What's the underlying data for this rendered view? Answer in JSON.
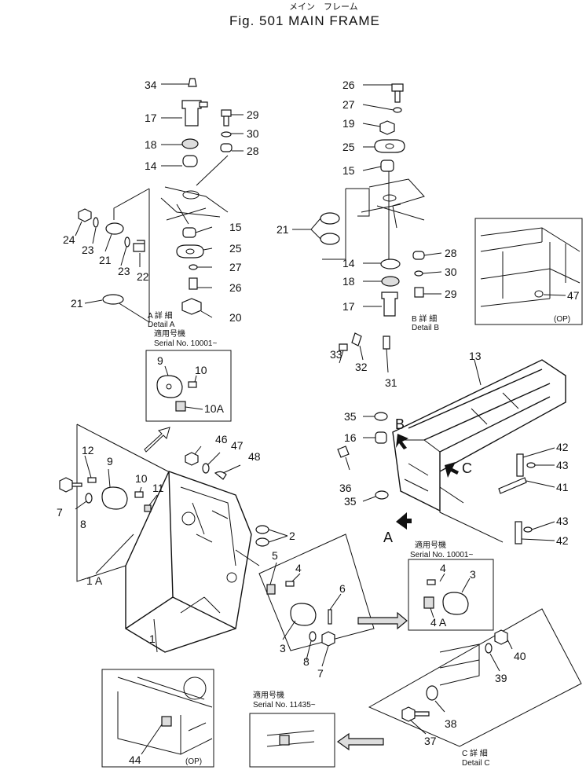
{
  "header": {
    "japanese_title": "メイン　フレーム",
    "title": "Fig. 501  MAIN  FRAME"
  },
  "detail_a": {
    "caption_jp": "A 詳 細",
    "caption": "Detail A",
    "serial_jp": "適用号機",
    "serial": "Serial No. 10001~"
  },
  "detail_b": {
    "caption_jp": "B 詳 細",
    "caption": "Detail B"
  },
  "detail_c": {
    "caption_jp": "C 詳 細",
    "caption": "Detail C"
  },
  "inset_3_4": {
    "serial_jp": "適用号機",
    "serial": "Serial No. 10001~"
  },
  "inset_serial_11435": {
    "serial_jp": "適用号機",
    "serial": "Serial No. 11435~"
  },
  "op_label": "(OP)",
  "view_letters": {
    "a": "A",
    "b": "B",
    "c": "C"
  },
  "callouts": {
    "n34": "34",
    "n17a": "17",
    "n18a": "18",
    "n14a": "14",
    "n29a": "29",
    "n30a": "30",
    "n28a": "28",
    "n24": "24",
    "n23a": "23",
    "n21a": "21",
    "n23b": "23",
    "n22": "22",
    "n15a": "15",
    "n25a": "25",
    "n27a": "27",
    "n26a": "26",
    "n20": "20",
    "n21b": "21",
    "n26b": "26",
    "n27b": "27",
    "n19": "19",
    "n25b": "25",
    "n15b": "15",
    "n21c": "21",
    "n28b": "28",
    "n14b": "14",
    "n30b": "30",
    "n18b": "18",
    "n29b": "29",
    "n17b": "17",
    "n47a": "47",
    "n33": "33",
    "n32": "32",
    "n31": "31",
    "n13": "13",
    "n35a": "35",
    "n16": "16",
    "n36": "36",
    "n35b": "35",
    "n42a": "42",
    "n43a": "43",
    "n41": "41",
    "n43b": "43",
    "n42b": "42",
    "n9a": "9",
    "n10a": "10",
    "n10A": "10A",
    "n46": "46",
    "n47b": "47",
    "n48": "48",
    "n12": "12",
    "n9b": "9",
    "n10b": "10",
    "n11": "11",
    "n7a": "7",
    "n8a": "8",
    "n1A": "1 A",
    "n2": "2",
    "n5": "5",
    "n4a": "4",
    "n6": "6",
    "n1": "1",
    "n3a": "3",
    "n8b": "8",
    "n7b": "7",
    "n4b": "4",
    "n3b": "3",
    "n4A": "4 A",
    "n39": "39",
    "n40": "40",
    "n38": "38",
    "n37": "37",
    "n44": "44"
  }
}
